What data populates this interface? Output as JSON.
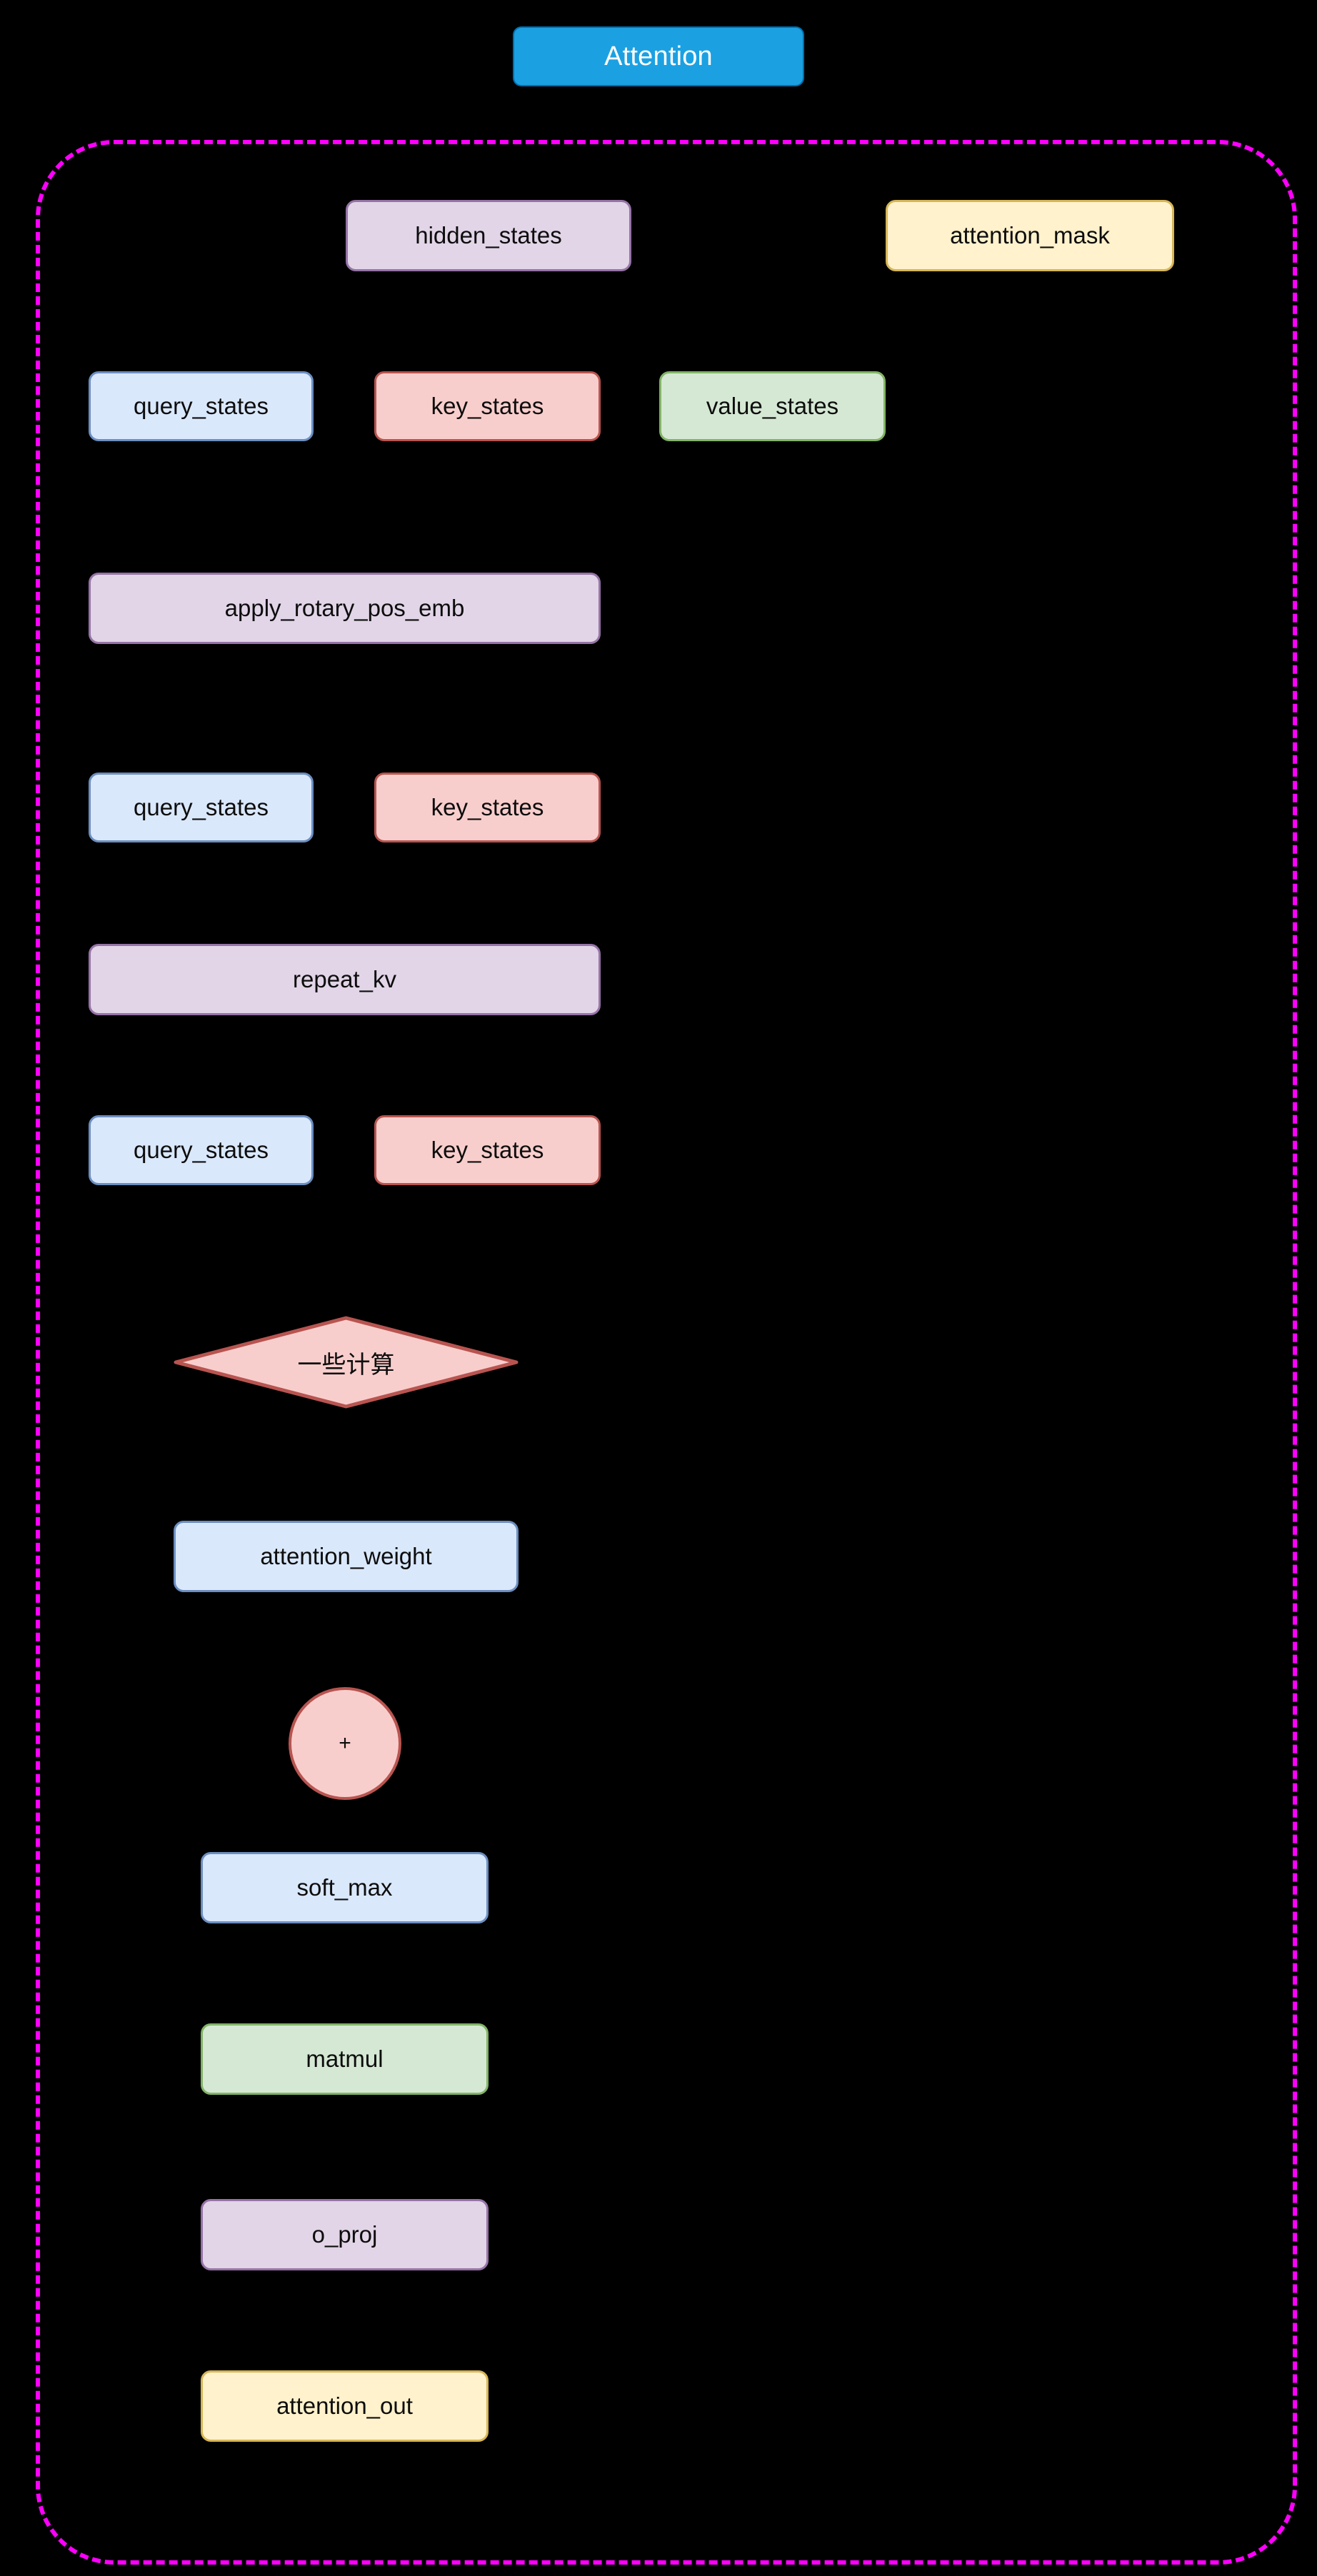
{
  "diagram": {
    "title": "Attention",
    "background_color": "#000000",
    "group_border_color": "#ff00ff",
    "title_fill_color": "#1ba1e2",
    "title_text_color": "#ffffff"
  },
  "nodes": {
    "hidden_states": {
      "label": "hidden_states",
      "fill": "#e1d5e7",
      "stroke": "#9673a6"
    },
    "attention_mask": {
      "label": "attention_mask",
      "fill": "#fff2cc",
      "stroke": "#d6b656"
    },
    "query_states_1": {
      "label": "query_states",
      "fill": "#dae8fc",
      "stroke": "#6c8ebf"
    },
    "key_states_1": {
      "label": "key_states",
      "fill": "#f8cecc",
      "stroke": "#b85450"
    },
    "value_states": {
      "label": "value_states",
      "fill": "#d5e8d4",
      "stroke": "#82b366"
    },
    "apply_rotary_pos_emb": {
      "label": "apply_rotary_pos_emb",
      "fill": "#e1d5e7",
      "stroke": "#9673a6"
    },
    "query_states_2": {
      "label": "query_states",
      "fill": "#dae8fc",
      "stroke": "#6c8ebf"
    },
    "key_states_2": {
      "label": "key_states",
      "fill": "#f8cecc",
      "stroke": "#b85450"
    },
    "repeat_kv": {
      "label": "repeat_kv",
      "fill": "#e1d5e7",
      "stroke": "#9673a6"
    },
    "query_states_3": {
      "label": "query_states",
      "fill": "#dae8fc",
      "stroke": "#6c8ebf"
    },
    "key_states_3": {
      "label": "key_states",
      "fill": "#f8cecc",
      "stroke": "#b85450"
    },
    "some_computation": {
      "label": "一些计算",
      "fill": "#f8cecc",
      "stroke": "#b85450"
    },
    "attention_weight": {
      "label": "attention_weight",
      "fill": "#dae8fc",
      "stroke": "#6c8ebf"
    },
    "add_operator": {
      "label": "+",
      "fill": "#f8cecc",
      "stroke": "#b85450"
    },
    "soft_max": {
      "label": "soft_max",
      "fill": "#dae8fc",
      "stroke": "#6c8ebf"
    },
    "matmul": {
      "label": "matmul",
      "fill": "#d5e8d4",
      "stroke": "#82b366"
    },
    "o_proj": {
      "label": "o_proj",
      "fill": "#e1d5e7",
      "stroke": "#9673a6"
    },
    "attention_out": {
      "label": "attention_out",
      "fill": "#fff2cc",
      "stroke": "#d6b656"
    }
  }
}
